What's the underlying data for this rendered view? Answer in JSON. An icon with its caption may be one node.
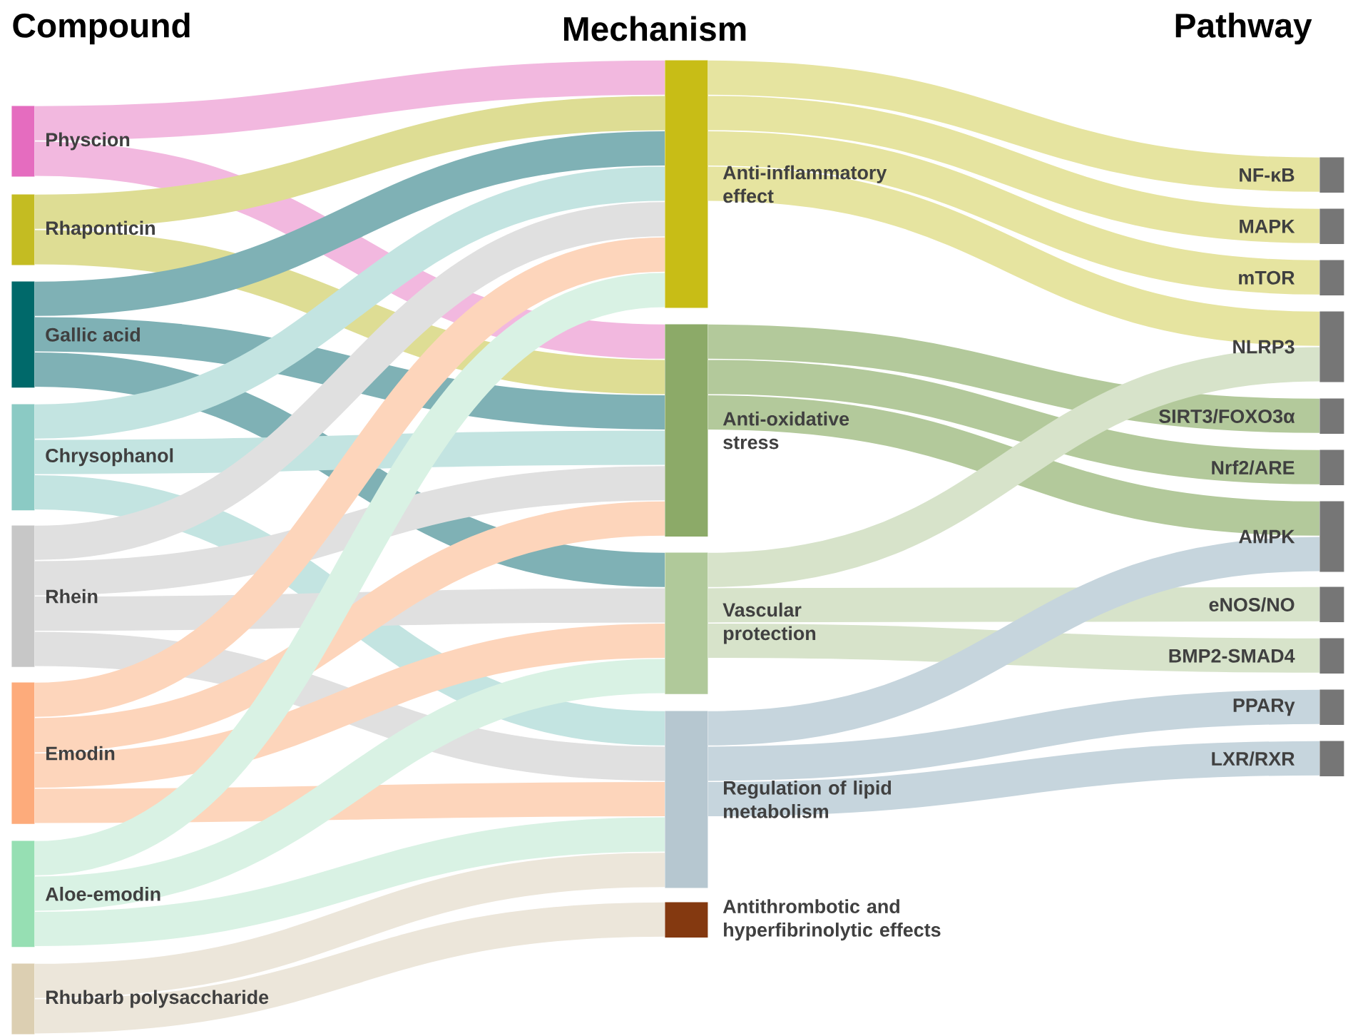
{
  "diagram": {
    "nodes": [
      {
        "text": [
          "Physcion"
        ]
      },
      {
        "text": [
          "Rhaponticin"
        ]
      },
      {
        "text": [
          "Gallic acid"
        ]
      },
      {
        "text": [
          "Chrysophanol"
        ]
      },
      {
        "text": [
          "Rhein"
        ]
      },
      {
        "text": [
          "Emodin"
        ]
      },
      {
        "text": [
          "Aloe-emodin"
        ]
      },
      {
        "text": [
          "Rhubarb polysaccharide"
        ]
      },
      {
        "text": [
          "Anti-inflammatory effect"
        ]
      },
      {
        "text": [
          "Anti-oxidative stress"
        ]
      },
      {
        "text": [
          "Vascular protection"
        ]
      },
      {
        "text": [
          "Regulation of lipid metabolism"
        ]
      },
      {
        "text": [
          "Antithrombotic and hyperfibrinolytic effects"
        ]
      },
      {
        "text": [
          "NF-κB"
        ]
      },
      {
        "text": [
          "MAPK"
        ]
      },
      {
        "text": [
          "mTOR"
        ]
      },
      {
        "text": [
          "NLRP3"
        ]
      },
      {
        "text": [
          "SIRT3/FOXO3α"
        ]
      },
      {
        "text": [
          "Nrf2/ARE"
        ]
      },
      {
        "text": [
          "AMPK"
        ]
      },
      {
        "text": [
          "eNOS/NO"
        ]
      },
      {
        "text": [
          "BMP2-SMAD4"
        ]
      },
      {
        "text": [
          "PPARγ"
        ]
      },
      {
        "text": [
          "LXR/RXR"
        ]
      }
    ],
    "edges": [
      {
        "from": 0,
        "to": 8,
        "arrow": "none",
        "color": "#f2b8df"
      },
      {
        "from": 0,
        "to": 9,
        "arrow": "none",
        "color": "#f2b8df"
      },
      {
        "from": 1,
        "to": 8,
        "arrow": "none",
        "color": "#dedd94"
      },
      {
        "from": 1,
        "to": 9,
        "arrow": "none",
        "color": "#dedd94"
      },
      {
        "from": 2,
        "to": 8,
        "arrow": "none",
        "color": "#7fb1b5"
      },
      {
        "from": 2,
        "to": 9,
        "arrow": "none",
        "color": "#7fb1b5"
      },
      {
        "from": 2,
        "to": 10,
        "arrow": "none",
        "color": "#7fb1b5"
      },
      {
        "from": 3,
        "to": 8,
        "arrow": "none",
        "color": "#c3e4e1"
      },
      {
        "from": 3,
        "to": 9,
        "arrow": "none",
        "color": "#c3e4e1"
      },
      {
        "from": 3,
        "to": 11,
        "arrow": "none",
        "color": "#c3e4e1"
      },
      {
        "from": 4,
        "to": 8,
        "arrow": "none",
        "color": "#e0e0e0"
      },
      {
        "from": 4,
        "to": 9,
        "arrow": "none",
        "color": "#e0e0e0"
      },
      {
        "from": 4,
        "to": 10,
        "arrow": "none",
        "color": "#e0e0e0"
      },
      {
        "from": 4,
        "to": 11,
        "arrow": "none",
        "color": "#e0e0e0"
      },
      {
        "from": 5,
        "to": 8,
        "arrow": "none",
        "color": "#fdd5bb"
      },
      {
        "from": 5,
        "to": 9,
        "arrow": "none",
        "color": "#fdd5bb"
      },
      {
        "from": 5,
        "to": 10,
        "arrow": "none",
        "color": "#fdd5bb"
      },
      {
        "from": 5,
        "to": 11,
        "arrow": "none",
        "color": "#fdd5bb"
      },
      {
        "from": 6,
        "to": 8,
        "arrow": "none",
        "color": "#d9f2e4"
      },
      {
        "from": 6,
        "to": 10,
        "arrow": "none",
        "color": "#d9f2e4"
      },
      {
        "from": 6,
        "to": 11,
        "arrow": "none",
        "color": "#d9f2e4"
      },
      {
        "from": 7,
        "to": 11,
        "arrow": "none",
        "color": "#ece6da"
      },
      {
        "from": 7,
        "to": 12,
        "arrow": "none",
        "color": "#ece6da"
      },
      {
        "from": 8,
        "to": 13,
        "arrow": "none",
        "color": "#e6e4a0"
      },
      {
        "from": 8,
        "to": 14,
        "arrow": "none",
        "color": "#e6e4a0"
      },
      {
        "from": 8,
        "to": 15,
        "arrow": "none",
        "color": "#e6e4a0"
      },
      {
        "from": 8,
        "to": 16,
        "arrow": "none",
        "color": "#e6e4a0"
      },
      {
        "from": 9,
        "to": 17,
        "arrow": "none",
        "color": "#b3c99b"
      },
      {
        "from": 9,
        "to": 18,
        "arrow": "none",
        "color": "#b3c99b"
      },
      {
        "from": 9,
        "to": 19,
        "arrow": "none",
        "color": "#b3c99b"
      },
      {
        "from": 10,
        "to": 16,
        "arrow": "none",
        "color": "#d7e3ca"
      },
      {
        "from": 10,
        "to": 20,
        "arrow": "none",
        "color": "#d7e3ca"
      },
      {
        "from": 10,
        "to": 21,
        "arrow": "none",
        "color": "#d7e3ca"
      },
      {
        "from": 11,
        "to": 19,
        "arrow": "none",
        "color": "#c6d5dd"
      },
      {
        "from": 11,
        "to": 22,
        "arrow": "none",
        "color": "#c6d5dd"
      },
      {
        "from": 11,
        "to": 23,
        "arrow": "none",
        "color": "#c6d5dd"
      }
    ],
    "labels": [
      "Compound",
      "Mechanism",
      "Pathway"
    ]
  }
}
